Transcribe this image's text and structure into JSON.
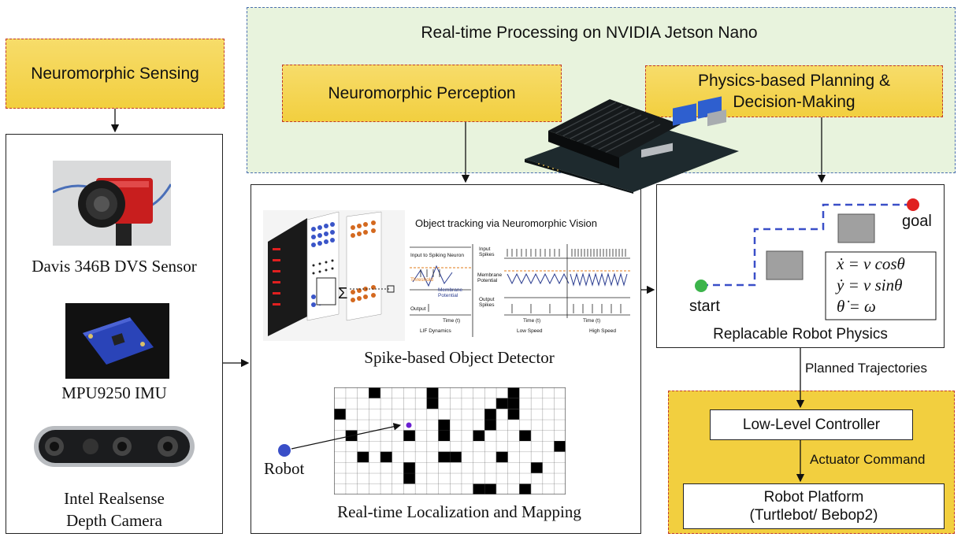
{
  "title": "Real-time Processing on NVIDIA Jetson Nano",
  "sensing": {
    "header": "Neuromorphic Sensing",
    "sensor1": "Davis 346B DVS Sensor",
    "sensor2": "MPU9250 IMU",
    "sensor3_line1": "Intel Realsense",
    "sensor3_line2": "Depth Camera"
  },
  "perception": {
    "header": "Neuromorphic Perception",
    "inset_title": "Object tracking via Neuromorphic Vision",
    "inset_labels": {
      "input_to_neuron": "Input to Spiking Neuron",
      "threshold": "Threshold",
      "membrane_potential": "Membrane Potential",
      "output": "Output",
      "time": "Time (t)",
      "lif": "LIF Dynamics",
      "input_spikes": "Input Spikes",
      "membrane_potential2": "Membrane Potential",
      "output_spikes": "Output Spikes",
      "low_speed": "Low Speed",
      "high_speed": "High Speed"
    },
    "detector_caption": "Spike-based Object Detector",
    "mapping_caption": "Real-time Localization and Mapping",
    "robot_label": "Robot"
  },
  "planning": {
    "header_line1": "Physics-based Planning &",
    "header_line2": "Decision-Making",
    "goal": "goal",
    "start": "start",
    "eq1": "ẋ = v cosθ",
    "eq2": "ẏ = v sinθ",
    "eq3": "θ̇ = ω",
    "caption": "Replacable Robot Physics"
  },
  "control": {
    "planned_trajectories": "Planned Trajectories",
    "low_level_controller": "Low-Level Controller",
    "actuator_command": "Actuator Command",
    "platform_line1": "Robot Platform",
    "platform_line2": "(Turtlebot/ Bebop2)"
  },
  "colors": {
    "yellow": "#f2cf3f",
    "green_region": "#e8f3dd",
    "dashed_blue": "#4a6fb0",
    "red_dash": "#c0392b",
    "goal_red": "#e02020",
    "start_green": "#3cb44b",
    "robot_blue": "#3a4fc8"
  }
}
